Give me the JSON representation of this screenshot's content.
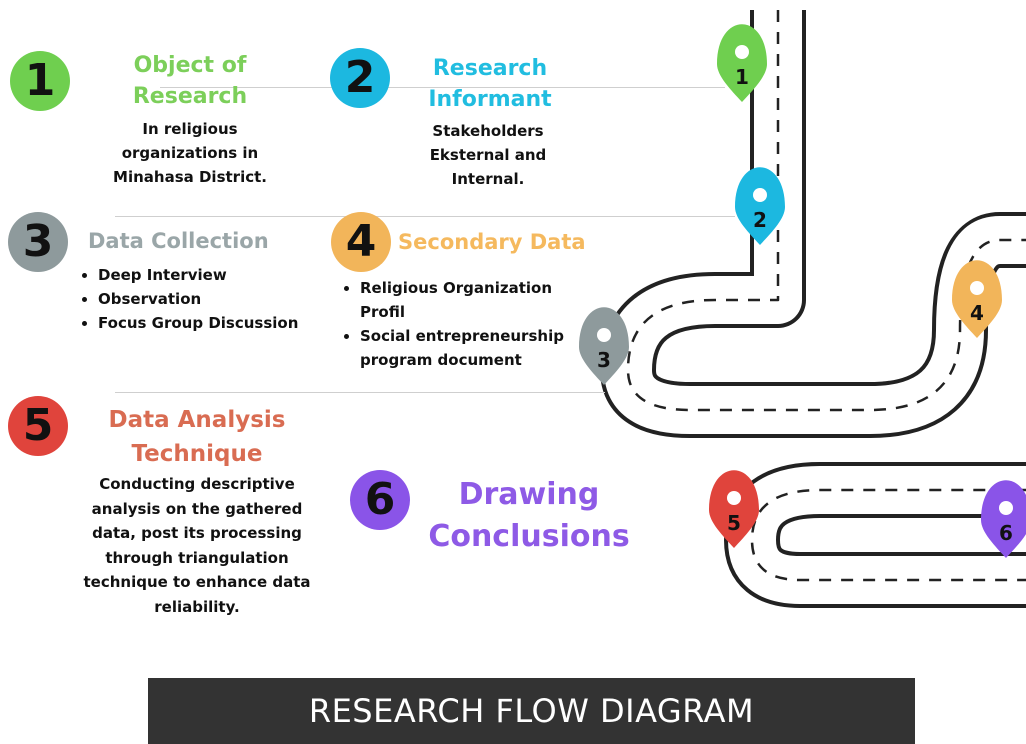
{
  "colors": {
    "green": "#6fcf4f",
    "blue": "#1cb8e0",
    "gray": "#8e9a9c",
    "orange": "#f2b55a",
    "red": "#e0443c",
    "purple": "#8a54e8",
    "title_green": "#7ccf5a",
    "title_blue": "#21bde0",
    "title_gray": "#9aa6a8",
    "title_orange": "#f5b95e",
    "title_red": "#d96c52",
    "title_purple": "#8e5ae6",
    "banner": "#333333",
    "road_line": "#222222"
  },
  "steps": [
    {
      "number": "1",
      "title_lines": [
        "Object of",
        "Research"
      ],
      "desc_lines": [
        "In religious",
        "organizations in",
        "Minahasa District."
      ]
    },
    {
      "number": "2",
      "title_lines": [
        "Research",
        "Informant"
      ],
      "desc_lines": [
        "Stakeholders",
        "Eksternal and",
        "Internal."
      ]
    },
    {
      "number": "3",
      "title": "Data Collection",
      "bullets": [
        "Deep Interview",
        "Observation",
        "Focus Group Discussion"
      ]
    },
    {
      "number": "4",
      "title": "Secondary Data",
      "bullets": [
        "Religious Organization Profil",
        "Social entrepreneurship program document"
      ]
    },
    {
      "number": "5",
      "title_lines": [
        "Data Analysis",
        "Technique"
      ],
      "desc_lines": [
        "Conducting descriptive",
        "analysis on the gathered",
        "data, post its processing",
        "through triangulation",
        "technique to enhance data",
        "reliability."
      ]
    },
    {
      "number": "6",
      "title_lines": [
        "Drawing",
        "Conclusions"
      ]
    }
  ],
  "pins": [
    "1",
    "2",
    "3",
    "4",
    "5",
    "6"
  ],
  "banner": {
    "text": "RESEARCH FLOW DIAGRAM"
  }
}
